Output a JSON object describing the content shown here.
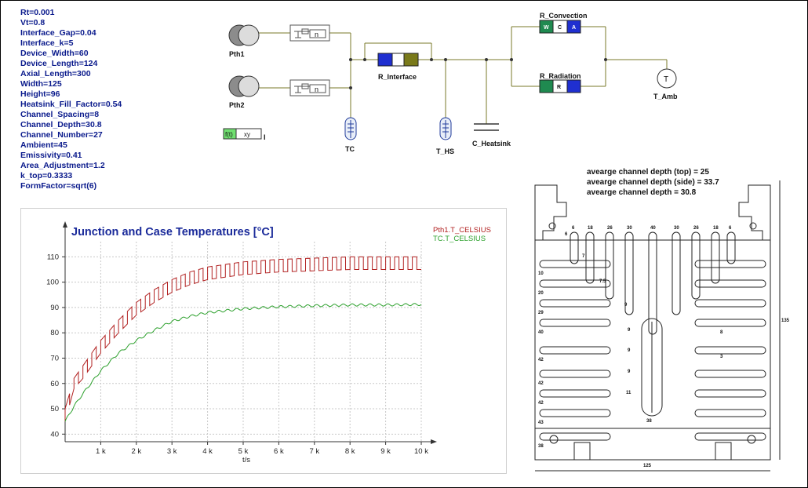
{
  "parameters": [
    "Rt=0.001",
    "Vt=0.8",
    "Interface_Gap=0.04",
    "Interface_k=5",
    "Device_Width=60",
    "Device_Length=124",
    "Axial_Length=300",
    "Width=125",
    "Height=96",
    "Heatsink_Fill_Factor=0.54",
    "Channel_Spacing=8",
    "Channel_Depth=30.8",
    "Channel_Number=27",
    "Ambient=45",
    "Emissivity=0.41",
    "Area_Adjustment=1.2",
    "k_top=0.3333",
    "FormFactor=sqrt(6)"
  ],
  "schematic": {
    "pth1": "Pth1",
    "pth2": "Pth2",
    "n1": "n",
    "n2": "n",
    "ft": "f(t)",
    "xy": "xy",
    "i": "I",
    "tc": "TC",
    "r_interface": "R_Interface",
    "t_hs": "T_HS",
    "c_heatsink": "C_Heatsink",
    "r_convection": "R_Convection",
    "r_radiation": "R_Radiation",
    "conv_w": "W",
    "conv_c": "C",
    "conv_a": "A",
    "rad_r": "R",
    "t_sym": "T",
    "t_amb": "T_Amb"
  },
  "chart_data": {
    "type": "line",
    "title": "Junction and Case Temperatures [°C]",
    "xlabel": "t/s",
    "ylabel": "",
    "xlim": [
      0,
      10000
    ],
    "ylim": [
      37,
      116
    ],
    "xticks": [
      1000,
      2000,
      3000,
      4000,
      5000,
      6000,
      7000,
      8000,
      9000,
      10000
    ],
    "xtick_labels": [
      "1 k",
      "2 k",
      "3 k",
      "4 k",
      "5 k",
      "6 k",
      "7 k",
      "8 k",
      "9 k",
      "10 k"
    ],
    "yticks": [
      40,
      50,
      60,
      70,
      80,
      90,
      100,
      110
    ],
    "ytick_labels": [
      "40",
      "50",
      "60",
      "70",
      "80",
      "90",
      "100",
      "110"
    ],
    "grid": true,
    "legend_position": "top-right",
    "series": [
      {
        "name": "Pth1.T_CELSIUS",
        "color": "#b22222",
        "pulse_period_s": 250,
        "pulse_duty": 0.5,
        "x": [
          0,
          250,
          500,
          1000,
          1500,
          2000,
          2500,
          3000,
          3500,
          4000,
          5000,
          6000,
          7000,
          8000,
          9000,
          10000
        ],
        "low": [
          45,
          58,
          62,
          72,
          80,
          87,
          92,
          96,
          99,
          101,
          103,
          104,
          104.5,
          105,
          105,
          105
        ],
        "high": [
          50,
          62,
          67,
          77,
          85,
          92,
          97,
          101,
          104,
          106,
          108,
          109,
          109.5,
          110,
          110,
          110
        ]
      },
      {
        "name": "TC.T_CELSIUS",
        "color": "#2ca02c",
        "x": [
          0,
          250,
          500,
          1000,
          1500,
          2000,
          2500,
          3000,
          3500,
          4000,
          5000,
          6000,
          7000,
          8000,
          9000,
          10000
        ],
        "y": [
          45,
          51,
          56,
          65,
          72,
          77,
          81,
          84.5,
          86.5,
          88,
          89.5,
          90.3,
          90.7,
          91,
          91,
          91.2
        ]
      }
    ]
  },
  "heatsink": {
    "summary": [
      "avearge channel depth (top) = 25",
      "avearge channel depth (side) = 33.7",
      "avearge channel depth = 30.8"
    ],
    "top_labels": [
      "6",
      "18",
      "26",
      "30",
      "40",
      "30",
      "26",
      "18",
      "6"
    ],
    "side_labels": [
      "10",
      "20",
      "29",
      "40",
      "42",
      "42",
      "42",
      "43",
      "38"
    ],
    "inner_labels": [
      "6",
      "7",
      "7.5",
      "9",
      "9",
      "9",
      "9",
      "11",
      "38",
      "8",
      "3"
    ],
    "width_label": "125",
    "height_label": "135"
  }
}
